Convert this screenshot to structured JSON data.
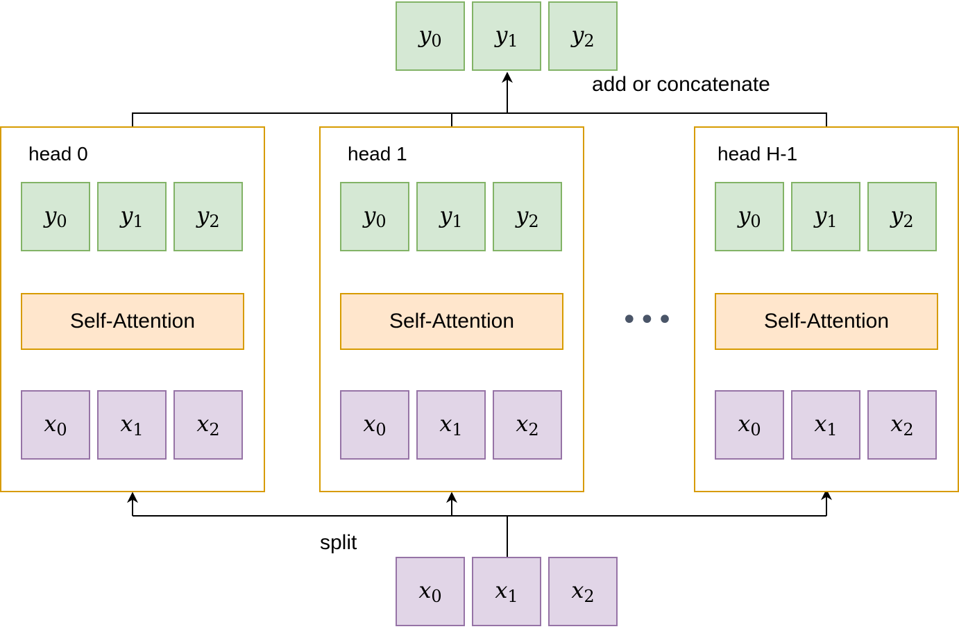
{
  "output_tokens": [
    {
      "symbol": "y",
      "index": "0"
    },
    {
      "symbol": "y",
      "index": "1"
    },
    {
      "symbol": "y",
      "index": "2"
    }
  ],
  "input_tokens": [
    {
      "symbol": "x",
      "index": "0"
    },
    {
      "symbol": "x",
      "index": "1"
    },
    {
      "symbol": "x",
      "index": "2"
    }
  ],
  "combine_label": "add or concatenate",
  "split_label": "split",
  "ellipsis": "•••",
  "heads": [
    {
      "title": "head 0",
      "block_label": "Self-Attention",
      "outputs": [
        {
          "symbol": "y",
          "index": "0"
        },
        {
          "symbol": "y",
          "index": "1"
        },
        {
          "symbol": "y",
          "index": "2"
        }
      ],
      "inputs": [
        {
          "symbol": "x",
          "index": "0"
        },
        {
          "symbol": "x",
          "index": "1"
        },
        {
          "symbol": "x",
          "index": "2"
        }
      ]
    },
    {
      "title": "head 1",
      "block_label": "Self-Attention",
      "outputs": [
        {
          "symbol": "y",
          "index": "0"
        },
        {
          "symbol": "y",
          "index": "1"
        },
        {
          "symbol": "y",
          "index": "2"
        }
      ],
      "inputs": [
        {
          "symbol": "x",
          "index": "0"
        },
        {
          "symbol": "x",
          "index": "1"
        },
        {
          "symbol": "x",
          "index": "2"
        }
      ]
    },
    {
      "title": "head H-1",
      "block_label": "Self-Attention",
      "outputs": [
        {
          "symbol": "y",
          "index": "0"
        },
        {
          "symbol": "y",
          "index": "1"
        },
        {
          "symbol": "y",
          "index": "2"
        }
      ],
      "inputs": [
        {
          "symbol": "x",
          "index": "0"
        },
        {
          "symbol": "x",
          "index": "1"
        },
        {
          "symbol": "x",
          "index": "2"
        }
      ]
    }
  ],
  "colors": {
    "output_fill": "#d5e8d4",
    "output_stroke": "#82b366",
    "input_fill": "#e1d5e7",
    "input_stroke": "#9673a6",
    "head_stroke": "#d79b00",
    "attention_fill": "#ffe6cc",
    "ellipsis": "#4a5568"
  }
}
